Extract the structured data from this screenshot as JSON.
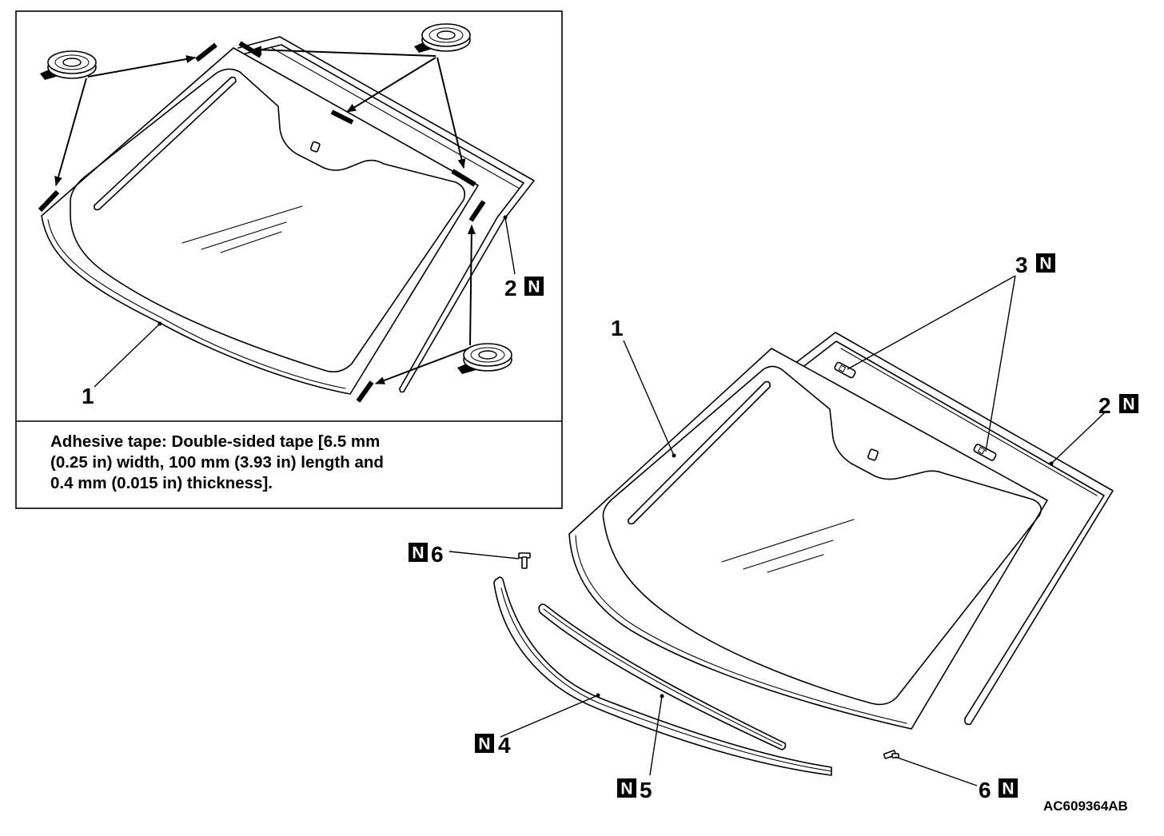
{
  "inset": {
    "note_lines": [
      "Adhesive tape: Double-sided tape [6.5 mm",
      "(0.25 in) width, 100 mm (3.93 in) length and",
      "0.4 mm (0.015 in) thickness]."
    ],
    "callouts": [
      {
        "number": "1"
      },
      {
        "number": "2",
        "badge": "N"
      }
    ],
    "icons": [
      "adhesive-tape-roll-icon",
      "adhesive-tape-roll-icon",
      "adhesive-tape-roll-icon"
    ]
  },
  "main": {
    "callouts": [
      {
        "number": "1"
      },
      {
        "number": "3",
        "badge": "N"
      },
      {
        "number": "2",
        "badge": "N"
      },
      {
        "badge": "N",
        "number": "6"
      },
      {
        "badge": "N",
        "number": "4"
      },
      {
        "badge": "N",
        "number": "5"
      },
      {
        "number": "6",
        "badge": "N"
      }
    ]
  },
  "figure_code": "AC609364AB"
}
